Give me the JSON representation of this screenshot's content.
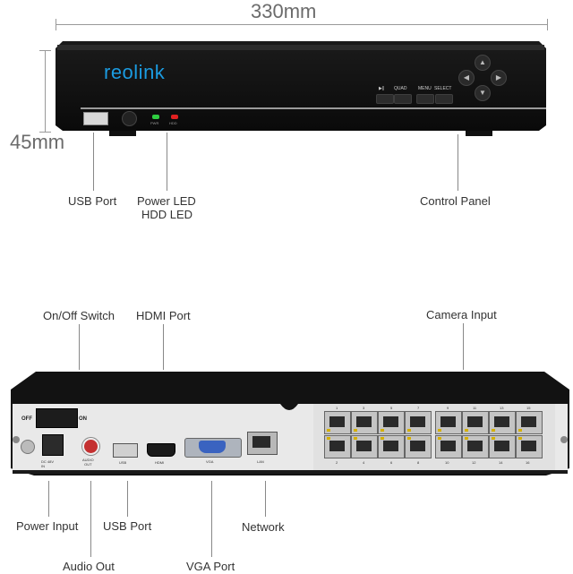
{
  "dimensions": {
    "width_label": "330mm",
    "height_label": "45mm"
  },
  "front": {
    "brand": "reolink",
    "led_labels": [
      "PWR",
      "HDD"
    ],
    "button_labels": [
      "▶||",
      "QUAD",
      "MENU",
      "SELECT"
    ],
    "callouts": {
      "usb": "USB Port",
      "power_led": "Power LED",
      "hdd_led": "HDD LED",
      "control": "Control Panel"
    }
  },
  "back": {
    "switch_off": "OFF",
    "switch_on": "ON",
    "power_label": "DC 48V\nIN",
    "audio_label": "AUDIO\nOUT",
    "usb_label": "USB",
    "hdmi_label": "HDMI",
    "vga_label": "VGA",
    "lan_label": "LAN",
    "ports_top": [
      "1",
      "3",
      "5",
      "7",
      "9",
      "11",
      "13",
      "15"
    ],
    "ports_bottom": [
      "2",
      "4",
      "6",
      "8",
      "10",
      "12",
      "14",
      "16"
    ],
    "callouts": {
      "onoff": "On/Off Switch",
      "hdmi": "HDMI Port",
      "camera": "Camera Input",
      "power_input": "Power Input",
      "usb": "USB Port",
      "network": "Network",
      "audio": "Audio Out",
      "vga": "VGA Port"
    }
  },
  "colors": {
    "chassis": "#161616",
    "accent_blue": "#1b9be0",
    "led_green": "#2ecc40",
    "led_red": "#e02020"
  }
}
